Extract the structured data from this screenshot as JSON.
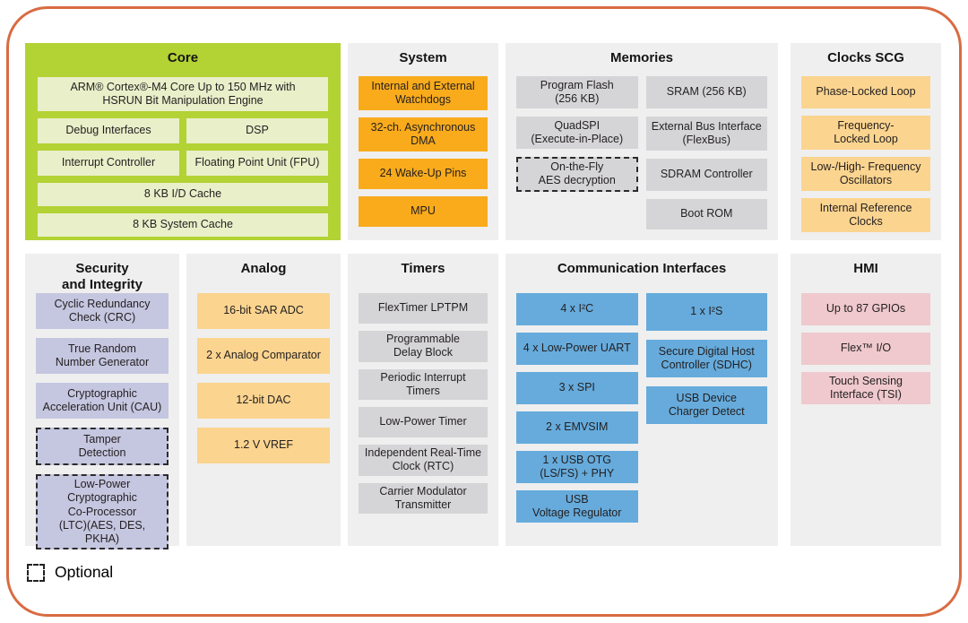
{
  "palette": {
    "frame_border": "#D96B42",
    "core_section_bg": "#B3D234",
    "core_block_bg": "#E9EFC9",
    "section_bg": "#EFEFEF",
    "system_orange": "#F9AB1C",
    "memory_gray": "#D5D5D7",
    "clocks_analog_orange": "#FBD48F",
    "security_lavender": "#C5C6E0",
    "comm_blue": "#66ABDC",
    "hmi_pink": "#EFC9CD"
  },
  "sections": {
    "core": {
      "title": "Core",
      "blocks": {
        "arm": "ARM® Cortex®-M4 Core Up to 150 MHz with\nHSRUN Bit Manipulation Engine",
        "debug": "Debug Interfaces",
        "dsp": "DSP",
        "interrupt": "Interrupt Controller",
        "fpu": "Floating Point Unit (FPU)",
        "id_cache": "8 KB I/D Cache",
        "sys_cache": "8 KB System Cache"
      }
    },
    "system": {
      "title": "System",
      "blocks": [
        "Internal and External\nWatchdogs",
        "32-ch. Asynchronous\nDMA",
        "24 Wake-Up Pins",
        "MPU"
      ]
    },
    "memories": {
      "title": "Memories",
      "col1": [
        "Program Flash\n(256 KB)",
        "QuadSPI\n(Execute-in-Place)",
        "On-the-Fly\nAES decryption"
      ],
      "col2": [
        "SRAM (256 KB)",
        "External Bus Interface\n(FlexBus)",
        "SDRAM Controller",
        "Boot ROM"
      ],
      "optional_blocks": [
        "On-the-Fly AES decryption"
      ]
    },
    "clocks": {
      "title": "Clocks SCG",
      "blocks": [
        "Phase-Locked Loop",
        "Frequency-\nLocked Loop",
        "Low-/High- Frequency\nOscillators",
        "Internal Reference\nClocks"
      ]
    },
    "security": {
      "title": "Security\nand Integrity",
      "blocks": [
        "Cyclic Redundancy\nCheck (CRC)",
        "True Random\nNumber Generator",
        "Cryptographic\nAcceleration Unit (CAU)",
        "Tamper\nDetection",
        "Low-Power Cryptographic\nCo-Processor\n(LTC)(AES, DES, PKHA)"
      ],
      "optional_blocks": [
        "Tamper Detection",
        "Low-Power Cryptographic Co-Processor (LTC)(AES, DES, PKHA)"
      ]
    },
    "analog": {
      "title": "Analog",
      "blocks": [
        "16-bit SAR ADC",
        "2 x Analog Comparator",
        "12-bit DAC",
        "1.2 V VREF"
      ]
    },
    "timers": {
      "title": "Timers",
      "blocks": [
        "FlexTimer LPTPM",
        "Programmable\nDelay Block",
        "Periodic Interrupt\nTimers",
        "Low-Power Timer",
        "Independent Real-Time\nClock (RTC)",
        "Carrier Modulator\nTransmitter"
      ]
    },
    "comm": {
      "title": "Communication Interfaces",
      "col1": [
        "4 x I²C",
        "4 x Low-Power UART",
        "3 x SPI",
        "2 x EMVSIM",
        "1 x USB OTG\n(LS/FS) + PHY",
        "USB\nVoltage Regulator"
      ],
      "col2": [
        "1 x I²S",
        "Secure Digital Host\nController (SDHC)",
        "USB Device\nCharger Detect"
      ]
    },
    "hmi": {
      "title": "HMI",
      "blocks": [
        "Up to 87 GPIOs",
        "Flex™ I/O",
        "Touch Sensing\nInterface (TSI)"
      ]
    }
  },
  "legend": {
    "label": "Optional"
  }
}
